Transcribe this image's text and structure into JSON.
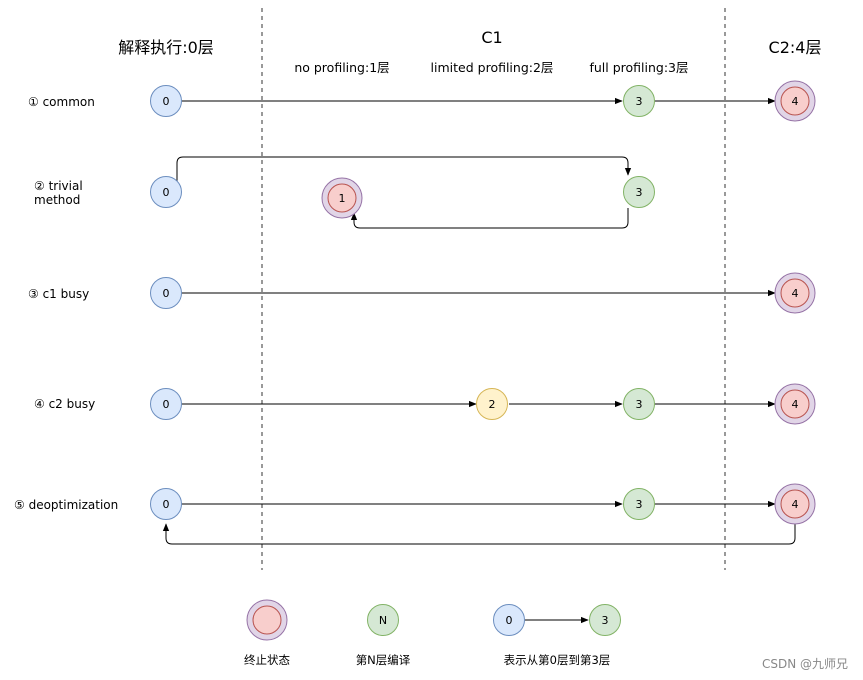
{
  "headers": {
    "interp": "解释执行:0层",
    "c1": "C1",
    "c2": "C2:4层",
    "no_profiling": "no profiling:1层",
    "limited_profiling": "limited profiling:2层",
    "full_profiling": "full profiling:3层"
  },
  "rows": [
    {
      "label": "① common"
    },
    {
      "label": "② trivial\nmethod"
    },
    {
      "label": "③ c1 busy"
    },
    {
      "label": "④ c2 busy"
    },
    {
      "label": "⑤ deoptimization"
    }
  ],
  "nodes": {
    "r1": [
      "0",
      "3",
      "4"
    ],
    "r2": [
      "0",
      "3",
      "1"
    ],
    "r3": [
      "0",
      "4"
    ],
    "r4": [
      "0",
      "2",
      "3",
      "4"
    ],
    "r5": [
      "0",
      "3",
      "4"
    ]
  },
  "legend": {
    "terminal_label": "终止状态",
    "nth_label": "第N层编译",
    "nth_symbol": "N",
    "transition_label": "表示从第0层到第3层",
    "from": "0",
    "to": "3"
  },
  "watermark": "CSDN @九师兄",
  "colors": {
    "level0_fill": "#dae8fc",
    "level0_stroke": "#6c8ebf",
    "level2_fill": "#fff2cc",
    "level2_stroke": "#d6b656",
    "level3_fill": "#d5e8d4",
    "level3_stroke": "#82b366",
    "terminal_fill": "#f8cecc",
    "terminal_stroke": "#b85450",
    "terminal_outer_fill": "#e1d5e7",
    "terminal_outer_stroke": "#9673a6"
  }
}
